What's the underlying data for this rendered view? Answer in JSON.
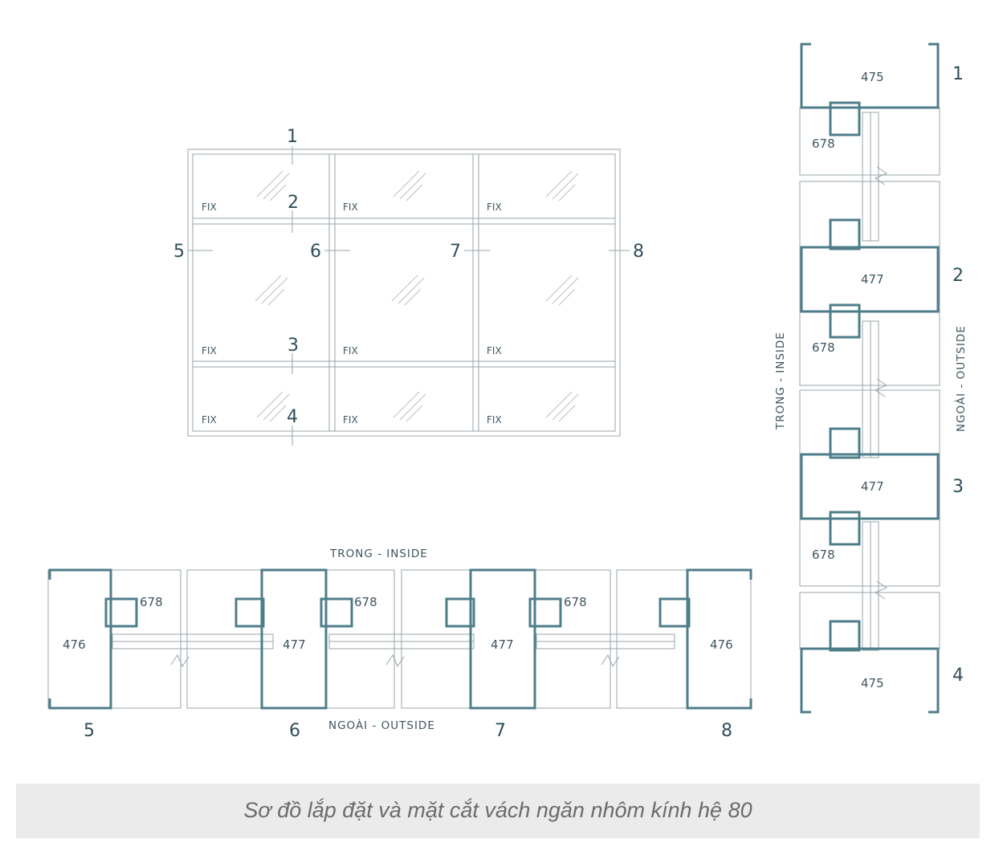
{
  "elevation": {
    "panel_label": "FIX",
    "section_markers": [
      "1",
      "2",
      "3",
      "4",
      "5",
      "6",
      "7",
      "8"
    ]
  },
  "horizontal_section": {
    "inside_label": "TRONG - INSIDE",
    "outside_label": "NGOÀI - OUTSIDE",
    "profile_codes": [
      "476",
      "678",
      "477",
      "678",
      "477",
      "678",
      "476"
    ],
    "section_numbers": [
      "5",
      "6",
      "7",
      "8"
    ]
  },
  "vertical_section": {
    "inside_label": "TRONG - INSIDE",
    "outside_label": "NGOÀI - OUTSIDE",
    "profile_codes": [
      "475",
      "678",
      "477",
      "678",
      "477",
      "678",
      "475"
    ],
    "section_numbers": [
      "1",
      "2",
      "3",
      "4"
    ]
  },
  "caption": "Sơ đồ lắp đặt và mặt cắt vách ngăn nhôm kính hệ 80"
}
